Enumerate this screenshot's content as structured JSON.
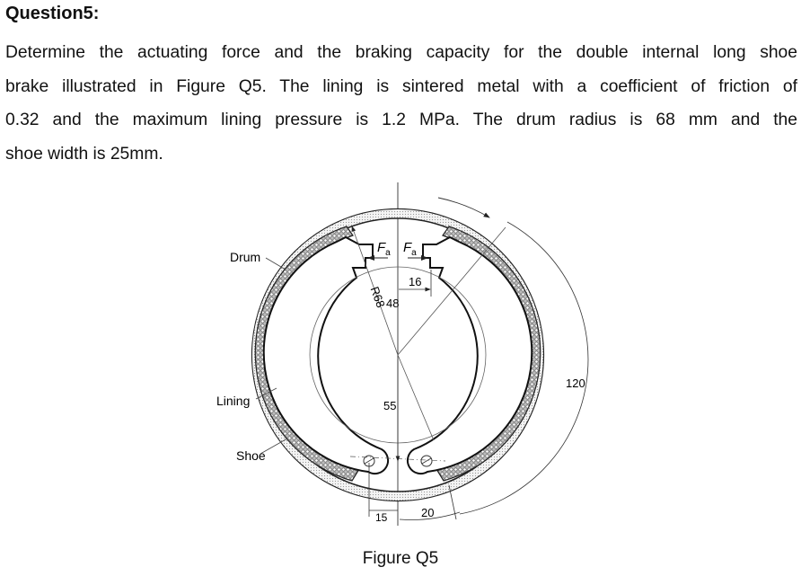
{
  "question": {
    "title": "Question5:",
    "lines": [
      "Determine the actuating force and the braking capacity for the double internal long shoe",
      "brake illustrated in Figure Q5. The lining is sintered metal with a coefficient of friction of",
      "0.32 and the maximum lining pressure is 1.2 MPa. The drum radius is 68 mm and the",
      "shoe width is 25mm."
    ]
  },
  "figure": {
    "caption": "Figure Q5",
    "labels": {
      "drum": "Drum",
      "lining": "Lining",
      "shoe": "Shoe",
      "force_left": "F",
      "force_right": "F",
      "force_sub": "a"
    },
    "dimensions": {
      "radius": "R68",
      "d16": "16",
      "d48": "48",
      "d55": "55",
      "d15": "15",
      "d20": "20",
      "d120": "120"
    }
  }
}
